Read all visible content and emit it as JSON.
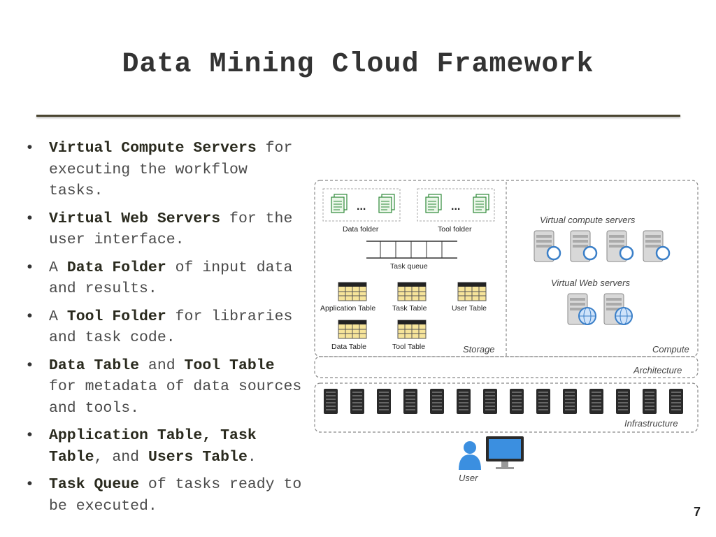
{
  "slide": {
    "title": "Data Mining Cloud Framework",
    "page_number": "7"
  },
  "bullets": [
    {
      "pre": "",
      "b1": "Virtual Compute Servers",
      "mid": " for executing the workflow tasks.",
      "b2": "",
      "post": "",
      "b3": "",
      "end": ""
    },
    {
      "pre": "",
      "b1": "Virtual Web Servers",
      "mid": " for the user interface.",
      "b2": "",
      "post": "",
      "b3": "",
      "end": ""
    },
    {
      "pre": "A ",
      "b1": "Data Folder",
      "mid": " of input data and results.",
      "b2": "",
      "post": "",
      "b3": "",
      "end": ""
    },
    {
      "pre": "A ",
      "b1": "Tool Folder",
      "mid": " for libraries and task code.",
      "b2": "",
      "post": "",
      "b3": "",
      "end": ""
    },
    {
      "pre": "",
      "b1": "Data Table",
      "mid": " and ",
      "b2": "Tool Table",
      "post": " for metadata of data sources and tools.",
      "b3": "",
      "end": ""
    },
    {
      "pre": "",
      "b1": "Application Table, Task Table",
      "mid": ", and ",
      "b2": "Users Table",
      "post": ".",
      "b3": "",
      "end": ""
    },
    {
      "pre": "",
      "b1": "Task Queue",
      "mid": " of tasks ready to be executed.",
      "b2": "",
      "post": "",
      "b3": "",
      "end": ""
    }
  ],
  "bullet_glyph": "•",
  "diagram": {
    "data_folder": "Data folder",
    "tool_folder": "Tool folder",
    "ellipsis": "...",
    "task_queue": "Task queue",
    "application_table": "Application Table",
    "task_table": "Task Table",
    "user_table": "User Table",
    "data_table": "Data Table",
    "tool_table": "Tool Table",
    "storage": "Storage",
    "compute": "Compute",
    "virtual_compute_servers": "Virtual compute servers",
    "virtual_web_servers": "Virtual Web servers",
    "architecture": "Architecture",
    "infrastructure": "Infrastructure",
    "user": "User"
  },
  "colors": {
    "doc_green": "#2f8a3a",
    "server_gray": "#b8b8b8",
    "globe_blue": "#3a7fc8",
    "rack_black": "#222222",
    "user_blue": "#3b8fe0",
    "table_yellow": "#f3d26a"
  }
}
